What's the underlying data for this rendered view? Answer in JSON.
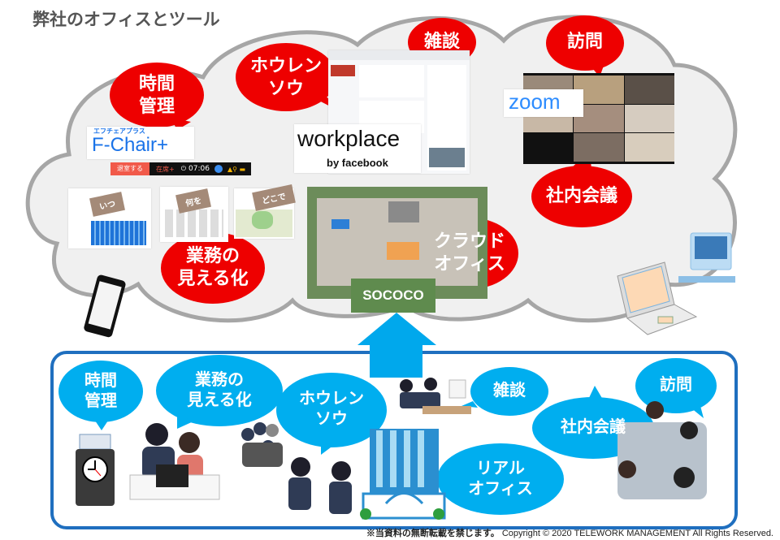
{
  "title": "弊社のオフィスとツール",
  "colors": {
    "cloud_fill": "#f0f0f0",
    "cloud_stroke": "#a6a6a6",
    "red_bubble": "#ee0000",
    "blue_bubble": "#00aeef",
    "frame_blue": "#1f6fbf",
    "arrow_blue": "#00a8ec",
    "title_gray": "#555555"
  },
  "cloud_section": {
    "bubbles": [
      {
        "id": "time",
        "text": "時間\n管理"
      },
      {
        "id": "hourensou",
        "text": "ホウレン\nソウ"
      },
      {
        "id": "chat",
        "text": "雑談"
      },
      {
        "id": "visit",
        "text": "訪問"
      },
      {
        "id": "meeting",
        "text": "社内会議"
      },
      {
        "id": "visualize",
        "text": "業務の\n見える化"
      },
      {
        "id": "cloud_office",
        "text": "クラウド\nオフィス"
      }
    ],
    "tools": {
      "fchair": {
        "kana": "エフチェアプラス",
        "logo": "F-Chair+",
        "bar_button": "退室する",
        "bar_brand": "在席+",
        "bar_time": "07:06"
      },
      "workplace": {
        "logo": "workplace",
        "sub": "by facebook"
      },
      "zoom": {
        "logo": "zoom"
      },
      "visualization_tags": [
        "いつ",
        "何を",
        "どこで"
      ],
      "sococo": {
        "logo": "SOCOCO"
      }
    },
    "devices": [
      "smartphone-icon",
      "laptop-icon",
      "desktop-pc-icon"
    ]
  },
  "real_office_section": {
    "bubbles": [
      {
        "id": "time",
        "text": "時間\n管理"
      },
      {
        "id": "visualize",
        "text": "業務の\n見える化"
      },
      {
        "id": "hourensou",
        "text": "ホウレン\nソウ"
      },
      {
        "id": "chat",
        "text": "雑談"
      },
      {
        "id": "meeting",
        "text": "社内会議"
      },
      {
        "id": "visit",
        "text": "訪問"
      },
      {
        "id": "real_office",
        "text": "リアル\nオフィス"
      }
    ]
  },
  "footer": {
    "notice": "※当資料の無断転載を禁じます。",
    "copyright": "Copyright © 2020  TELEWORK MANAGEMENT All Rights Reserved."
  }
}
